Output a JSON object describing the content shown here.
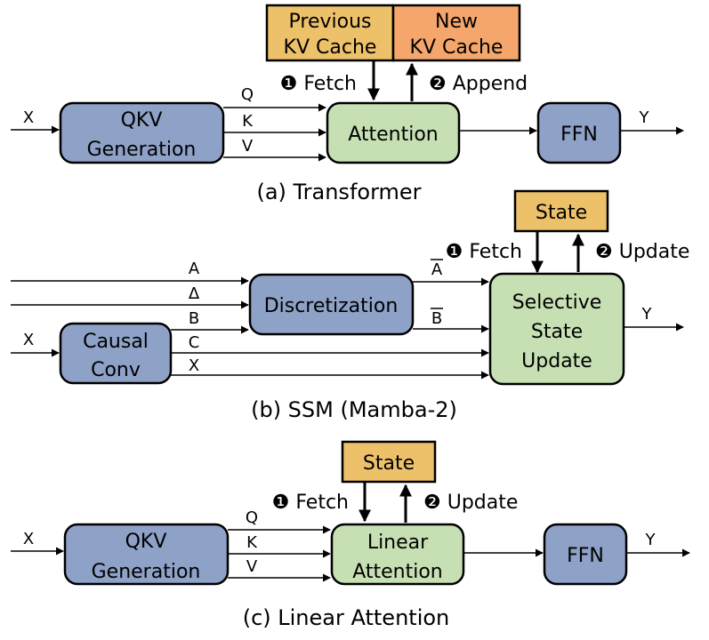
{
  "transformer": {
    "caption": "(a) Transformer",
    "input": "X",
    "output": "Y",
    "qkv": [
      "QKV",
      "Generation"
    ],
    "q": "Q",
    "k": "K",
    "v": "V",
    "attention": "Attention",
    "ffn": "FFN",
    "prev_cache": [
      "Previous",
      "KV Cache"
    ],
    "new_cache": [
      "New",
      "KV Cache"
    ],
    "fetch": "❶ Fetch",
    "append": "❷ Append"
  },
  "ssm": {
    "caption": "(b) SSM (Mamba-2)",
    "a": "A",
    "delta": "Δ",
    "b": "B",
    "c": "C",
    "x_in": "X",
    "x_out": "X",
    "input": "X",
    "output": "Y",
    "causal_conv": [
      "Causal",
      "Conv"
    ],
    "discretization": "Discretization",
    "a_bar": "A",
    "b_bar": "B",
    "selective": [
      "Selective",
      "State",
      "Update"
    ],
    "state": "State",
    "fetch": "❶ Fetch",
    "update": "❷ Update"
  },
  "linear": {
    "caption": "(c) Linear Attention",
    "input": "X",
    "output": "Y",
    "qkv": [
      "QKV",
      "Generation"
    ],
    "q": "Q",
    "k": "K",
    "v": "V",
    "attention": [
      "Linear",
      "Attention"
    ],
    "ffn": "FFN",
    "state": "State",
    "fetch": "❶ Fetch",
    "update": "❷ Update"
  }
}
